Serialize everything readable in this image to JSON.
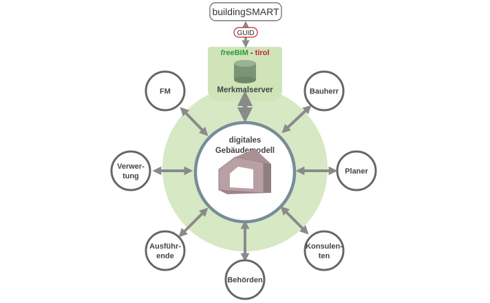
{
  "top_box": {
    "label": "buildingSMART"
  },
  "guid_tag": {
    "label": "GUID"
  },
  "server_brand": {
    "free": "free",
    "bim": "BIM",
    "dash": " - ",
    "region": "tirol"
  },
  "server_label": "Merkmalserver",
  "center": {
    "line1": "digitales",
    "line2": "Gebäudemodell"
  },
  "stakeholders": {
    "fm": {
      "lines": [
        "FM"
      ]
    },
    "bauherr": {
      "lines": [
        "Bauherr"
      ]
    },
    "verwertung": {
      "lines": [
        "Verwer-",
        "tung"
      ]
    },
    "planer": {
      "lines": [
        "Planer"
      ]
    },
    "ausfuehrende": {
      "lines": [
        "Ausführ-",
        "ende"
      ]
    },
    "konsulenten": {
      "lines": [
        "Konsulen-",
        "ten"
      ]
    },
    "behoerden": {
      "lines": [
        "Behörden"
      ]
    }
  },
  "colors": {
    "ring_green": "#d6e8c4",
    "server_bg": "#cfe4b9",
    "inner_circle": "#ffffff",
    "inner_border": "#778c98",
    "arrow_gray": "#8a8a8a",
    "node_border": "#666666",
    "cylinder": "#7c9474",
    "brand_green": "#2f9a3a",
    "brand_red": "#c0262d",
    "guid_border": "#c0262d",
    "house_front": "#b9a0a4",
    "house_side": "#8f7f82"
  }
}
